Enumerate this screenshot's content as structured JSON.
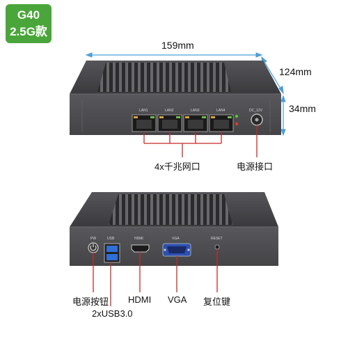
{
  "badge": {
    "model": "G40",
    "variant": "2.5G款"
  },
  "dimensions": {
    "width": "159mm",
    "depth": "124mm",
    "height": "34mm"
  },
  "top_device": {
    "ports": [
      "LAN1",
      "LAN2",
      "LAN3",
      "LAN4"
    ],
    "power_port": "DC_12V",
    "callouts": {
      "lan": "4x千兆网口",
      "power": "电源接口"
    }
  },
  "bottom_device": {
    "port_labels": {
      "pw": "PW",
      "usb": "USB",
      "hdmi": "HDMI",
      "vga": "VGA",
      "reset": "RESET"
    },
    "callouts": {
      "power_button": "电源按钮",
      "usb": "2xUSB3.0",
      "hdmi": "HDMI",
      "vga": "VGA",
      "reset": "复位键"
    }
  },
  "colors": {
    "accent_green": "#4aa63a",
    "dimension_blue": "#4a9fd4",
    "callout_red": "#c62828",
    "chassis": "#4a4a4c"
  }
}
